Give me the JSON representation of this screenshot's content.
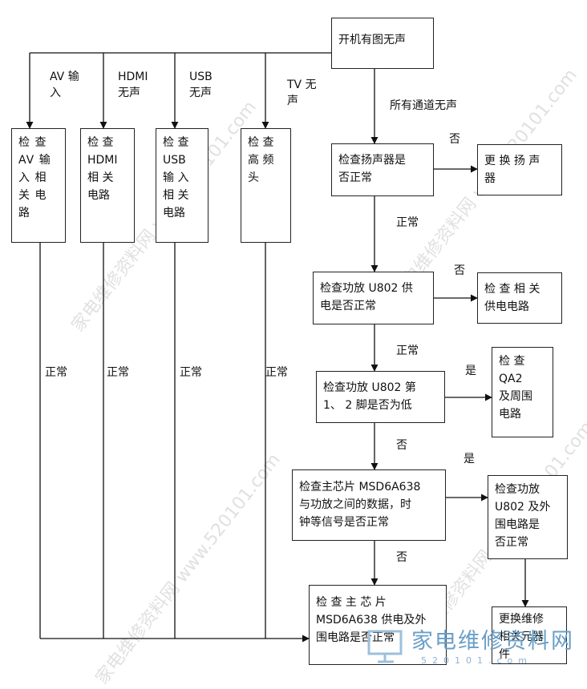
{
  "boxes": {
    "start": "开机有图无声",
    "check_av": "检 查\nAV 输\n入 相\n关 电\n路",
    "check_hdmi": "检 查\nHDMI\n相 关\n电路",
    "check_usb": "检 查\nUSB\n输 入\n相 关\n电路",
    "check_tuner": "检 查\n高 频\n头",
    "check_speaker": "检查扬声器是\n否正常",
    "replace_speaker": "更 换 扬 声\n器",
    "check_amp_power": "检查功放 U802 供\n电是否正常",
    "check_power_circuit": "检 查 相 关\n供电电路",
    "check_amp_pins": "检查功放  U802 第\n1、 2 脚是否为低",
    "check_qa2": "  检    查\n  QA2\n及周围\n电路",
    "check_chip_signal": "检查主芯片  MSD6A638\n与功放之间的数据，时\n钟等信号是否正常",
    "check_amp_ext": "检查功放\nU802 及外\n围电路是\n否正常",
    "check_chip_power": "检 查 主 芯 片\nMSD6A638 供电及外\n围电路是否正常",
    "replace_parts": "更换维修\n相关元器\n件"
  },
  "labels": {
    "av_input": "AV 输\n入",
    "hdmi_nosound": "HDMI\n无声",
    "usb_nosound": "USB\n无声",
    "tv_nosound": "TV  无\n声",
    "all_channels": "所有通道无声",
    "no_1": "否",
    "normal_1": "正常",
    "no_2": "否",
    "normal_2": "正常",
    "yes_1": "是",
    "no_3": "否",
    "yes_2": "是",
    "no_4": "否",
    "normal_av": "正常",
    "normal_hdmi": "正常",
    "normal_usb": "正常",
    "normal_tv": "正常"
  },
  "watermark": {
    "repeat_text": "家电维修资料网 www.520101.com",
    "brand_name": "家电维修资料网",
    "brand_url": "520101.com",
    "brand_color": "#6a9fc8"
  }
}
